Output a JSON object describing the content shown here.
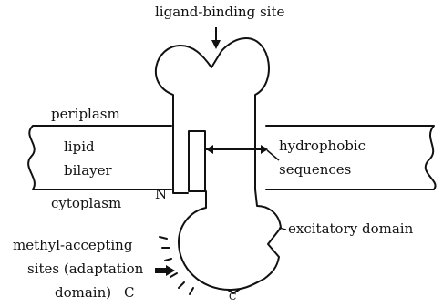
{
  "labels": {
    "ligand_binding_site": "ligand-binding site",
    "periplasm": "periplasm",
    "lipid": "lipid",
    "bilayer": "bilayer",
    "cytoplasm": "cytoplasm",
    "n_terminus": "N",
    "hydrophobic": "hydrophobic",
    "sequences": "sequences",
    "excitatory_domain": "excitatory domain",
    "methyl_accepting": "methyl-accepting",
    "sites_adaptation": "sites (adaptation",
    "domain": "domain)",
    "c_terminus_left": "C",
    "c_terminus_bottom": "C"
  },
  "colors": {
    "ink": "#111111",
    "background": "#ffffff"
  }
}
